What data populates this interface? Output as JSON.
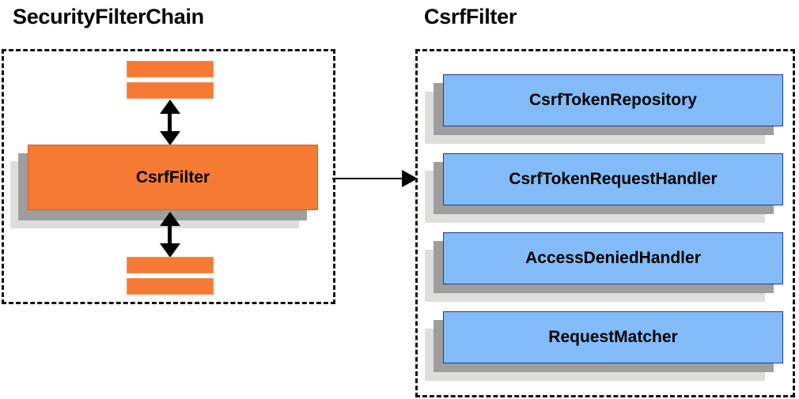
{
  "diagram": {
    "title_left": "SecurityFilterChain",
    "title_right": "CsrfFilter",
    "colors": {
      "orange_fill": "#f57b35",
      "orange_border": "#e2561c",
      "blue_fill": "#82bbf7",
      "blue_border": "#1f3c96",
      "shadow_dark": "#9e9e9e",
      "shadow_light": "#dededd",
      "line": "#000000",
      "dash_border": "#111111"
    }
  },
  "left_panel": {
    "title": "SecurityFilterChain",
    "highlighted_filter": "CsrfFilter",
    "bars_above_count": 2,
    "bars_below_count": 2,
    "arrow_above": "double-headed-vertical",
    "arrow_below": "double-headed-vertical"
  },
  "connector": {
    "from": "CsrfFilter",
    "to": "CsrfFilter collaborators",
    "direction": "right"
  },
  "right_panel": {
    "title": "CsrfFilter",
    "components": [
      {
        "label": "CsrfTokenRepository"
      },
      {
        "label": "CsrfTokenRequestHandler"
      },
      {
        "label": "AccessDeniedHandler"
      },
      {
        "label": "RequestMatcher"
      }
    ]
  }
}
